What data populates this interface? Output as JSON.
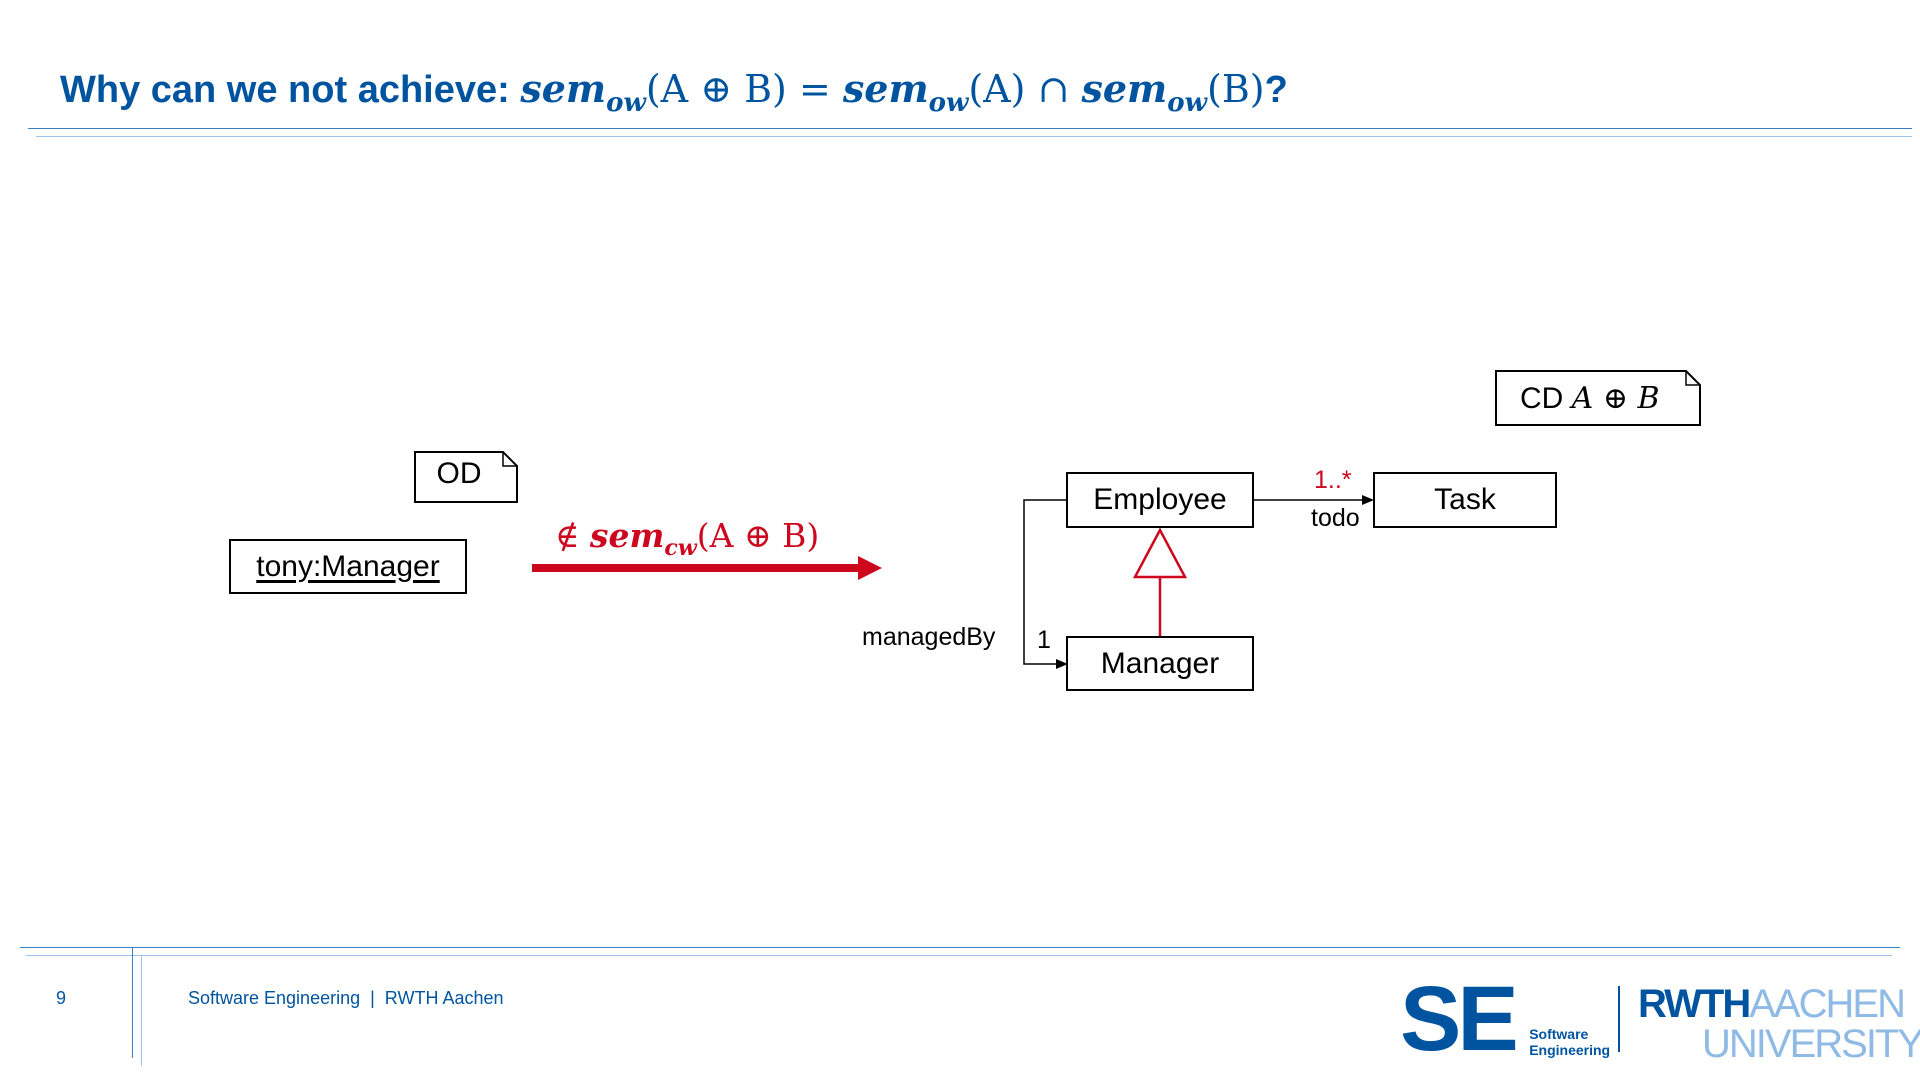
{
  "title": {
    "text": "Why can we not achieve: ",
    "math_lhs": "sem",
    "math_lhs_sub": "ow",
    "math_lhs_arg": "(A ⊕  B)",
    "math_eq": " =  ",
    "math_rhs1": "sem",
    "math_rhs1_sub": "ow",
    "math_rhs1_arg": "(A)",
    "math_cap": " ∩ ",
    "math_rhs2": "sem",
    "math_rhs2_sub": "ow",
    "math_rhs2_arg": "(B)",
    "suffix": "?"
  },
  "object_diagram": {
    "tag": "OD",
    "object": "tony:Manager"
  },
  "relation": {
    "not_in": "∉ ",
    "sem": "sem",
    "sub": "cw",
    "arg": "(A ⊕ B)"
  },
  "class_diagram": {
    "tag_prefix": "CD ",
    "tag_math": "A ⊕ B",
    "classes": {
      "employee": "Employee",
      "task": "Task",
      "manager": "Manager"
    },
    "assoc_todo": {
      "role": "todo",
      "multiplicity": "1..*"
    },
    "assoc_managed_by": {
      "role": "managedBy",
      "multiplicity": "1"
    }
  },
  "footer": {
    "page_number": "9",
    "affiliation": "Software Engineering  |  RWTH Aachen",
    "se_logo_letters": "SE",
    "se_logo_line1": "Software",
    "se_logo_line2": "Engineering",
    "rwth_bold": "RWTH",
    "rwth_thin": "AACHEN",
    "rwth_line2": "UNIVERSITY"
  },
  "colors": {
    "accent_blue": "#00549f",
    "light_blue": "#8ebae5",
    "red": "#cc071e"
  }
}
